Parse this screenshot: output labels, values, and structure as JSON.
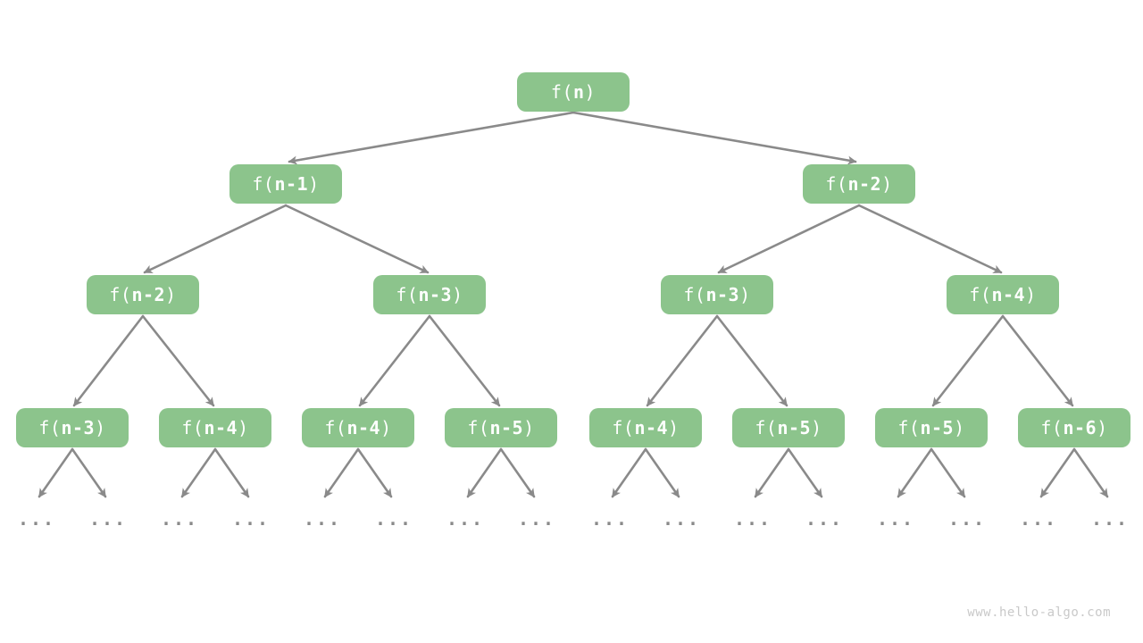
{
  "diagram": {
    "kind": "recursion-tree",
    "ellipsis": "...",
    "watermark": "www.hello-algo.com"
  },
  "colors": {
    "node": "#8cc48c",
    "node_text": "#ffffff",
    "arrow": "#8a8a8a",
    "watermark": "#c9c9c9"
  },
  "nodes": [
    {
      "label": "f(n)",
      "pre": "f(",
      "arg": "n",
      "post": ")"
    },
    {
      "label": "f(n-1)",
      "pre": "f(",
      "arg": "n-1",
      "post": ")"
    },
    {
      "label": "f(n-2)",
      "pre": "f(",
      "arg": "n-2",
      "post": ")"
    },
    {
      "label": "f(n-2)",
      "pre": "f(",
      "arg": "n-2",
      "post": ")"
    },
    {
      "label": "f(n-3)",
      "pre": "f(",
      "arg": "n-3",
      "post": ")"
    },
    {
      "label": "f(n-3)",
      "pre": "f(",
      "arg": "n-3",
      "post": ")"
    },
    {
      "label": "f(n-4)",
      "pre": "f(",
      "arg": "n-4",
      "post": ")"
    },
    {
      "label": "f(n-3)",
      "pre": "f(",
      "arg": "n-3",
      "post": ")"
    },
    {
      "label": "f(n-4)",
      "pre": "f(",
      "arg": "n-4",
      "post": ")"
    },
    {
      "label": "f(n-4)",
      "pre": "f(",
      "arg": "n-4",
      "post": ")"
    },
    {
      "label": "f(n-5)",
      "pre": "f(",
      "arg": "n-5",
      "post": ")"
    },
    {
      "label": "f(n-4)",
      "pre": "f(",
      "arg": "n-4",
      "post": ")"
    },
    {
      "label": "f(n-5)",
      "pre": "f(",
      "arg": "n-5",
      "post": ")"
    },
    {
      "label": "f(n-5)",
      "pre": "f(",
      "arg": "n-5",
      "post": ")"
    },
    {
      "label": "f(n-6)",
      "pre": "f(",
      "arg": "n-6",
      "post": ")"
    }
  ]
}
